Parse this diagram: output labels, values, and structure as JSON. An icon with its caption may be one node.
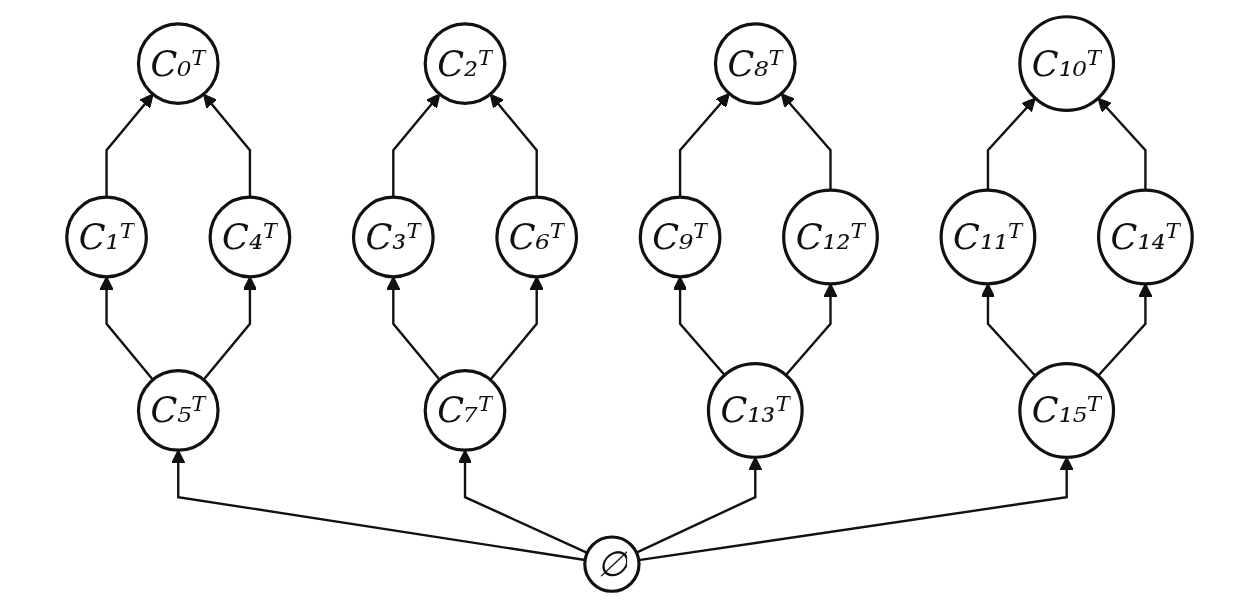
{
  "diagram": {
    "nodes": [
      {
        "text": [
          "C₀ᵀ"
        ]
      },
      {
        "text": [
          "C₂ᵀ"
        ]
      },
      {
        "text": [
          "C₈ᵀ"
        ]
      },
      {
        "text": [
          "C₁₀ᵀ"
        ]
      },
      {
        "text": [
          "C₁ᵀ"
        ]
      },
      {
        "text": [
          "C₄ᵀ"
        ]
      },
      {
        "text": [
          "C₃ᵀ"
        ]
      },
      {
        "text": [
          "C₆ᵀ"
        ]
      },
      {
        "text": [
          "C₉ᵀ"
        ]
      },
      {
        "text": [
          "C₁₂ᵀ"
        ]
      },
      {
        "text": [
          "C₁₁ᵀ"
        ]
      },
      {
        "text": [
          "C₁₄ᵀ"
        ]
      },
      {
        "text": [
          "C₅ᵀ"
        ]
      },
      {
        "text": [
          "C₇ᵀ"
        ]
      },
      {
        "text": [
          "C₁₃ᵀ"
        ]
      },
      {
        "text": [
          "C₁₅ᵀ"
        ]
      },
      {
        "text": [
          "∅"
        ]
      }
    ],
    "edges": [
      {
        "from": 16,
        "to": 12,
        "arrow": "to"
      },
      {
        "from": 16,
        "to": 13,
        "arrow": "to"
      },
      {
        "from": 16,
        "to": 14,
        "arrow": "to"
      },
      {
        "from": 16,
        "to": 15,
        "arrow": "to"
      },
      {
        "from": 12,
        "to": 4,
        "arrow": "to"
      },
      {
        "from": 12,
        "to": 5,
        "arrow": "to"
      },
      {
        "from": 4,
        "to": 0,
        "arrow": "to"
      },
      {
        "from": 5,
        "to": 0,
        "arrow": "to"
      },
      {
        "from": 13,
        "to": 6,
        "arrow": "to"
      },
      {
        "from": 13,
        "to": 7,
        "arrow": "to"
      },
      {
        "from": 6,
        "to": 1,
        "arrow": "to"
      },
      {
        "from": 7,
        "to": 1,
        "arrow": "to"
      },
      {
        "from": 14,
        "to": 8,
        "arrow": "to"
      },
      {
        "from": 14,
        "to": 9,
        "arrow": "to"
      },
      {
        "from": 8,
        "to": 2,
        "arrow": "to"
      },
      {
        "from": 9,
        "to": 2,
        "arrow": "to"
      },
      {
        "from": 15,
        "to": 10,
        "arrow": "to"
      },
      {
        "from": 15,
        "to": 11,
        "arrow": "to"
      },
      {
        "from": 10,
        "to": 3,
        "arrow": "to"
      },
      {
        "from": 11,
        "to": 3,
        "arrow": "to"
      }
    ]
  }
}
